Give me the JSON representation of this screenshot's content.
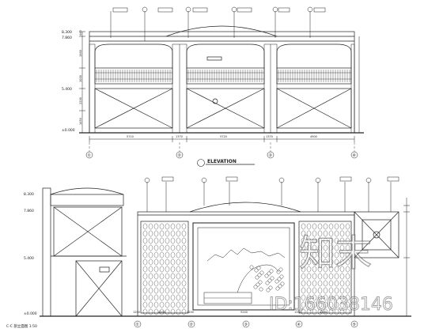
{
  "elevation_1": {
    "title": "ELEVATION",
    "levels": [
      "8.300",
      "7.860",
      "5.400",
      "±0.000"
    ],
    "dims_vertical": [
      "440",
      "1460",
      "1000",
      "2200",
      "1450"
    ],
    "dims_horizontal": [
      "5710",
      "1370",
      "5720",
      "1370",
      "4900"
    ],
    "axis_marks": [
      "①",
      "②",
      "③",
      "④"
    ]
  },
  "elevation_2": {
    "levels": [
      "8.300",
      "7.860",
      "5.400",
      "±0.000"
    ],
    "dims_horizontal": [
      "1200",
      "4200",
      "1200",
      "5240",
      "1200",
      "4200"
    ],
    "axis_marks": [
      "①",
      "②",
      "③",
      "④",
      "⑤"
    ]
  },
  "bottom_note": "C-C 剖立面图 1:50",
  "watermark": {
    "brand_text": "知末",
    "id_text": "ID:166038146"
  }
}
